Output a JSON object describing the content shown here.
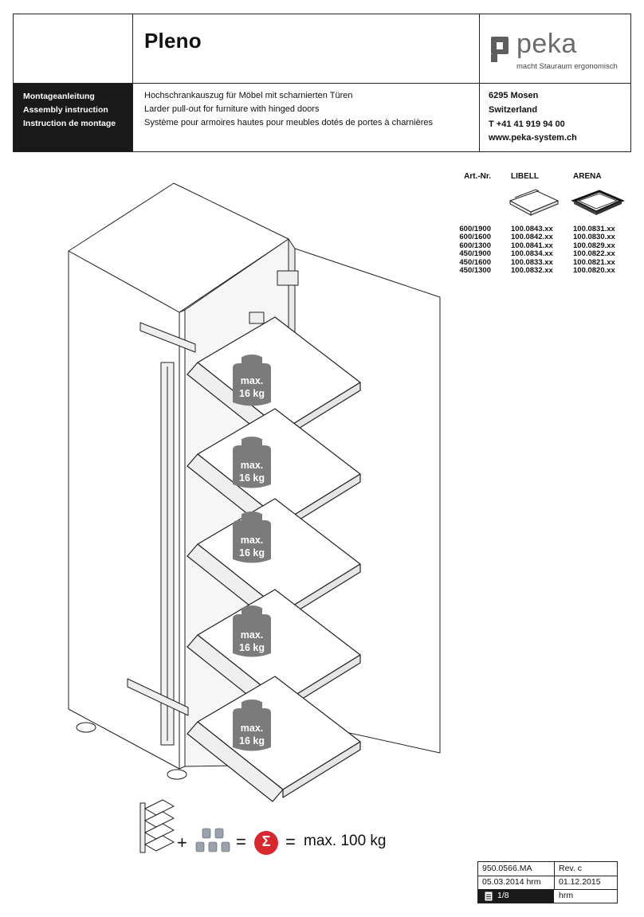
{
  "header": {
    "product": "Pleno",
    "brand": "peka",
    "tagline": "macht Stauraum ergonomisch",
    "doc_types": [
      "Montageanleitung",
      "Assembly instruction",
      "Instruction de montage"
    ],
    "descriptions": [
      "Hochschrankauszug für Möbel mit scharnierten Türen",
      "Larder pull-out for furniture with hinged doors",
      "Système pour armoires hautes pour meubles dotés de portes à charnières"
    ],
    "address": [
      "6295 Mosen",
      "Switzerland",
      "T +41 41 919 94 00",
      "www.peka-system.ch"
    ]
  },
  "articles": {
    "header": [
      "Art.-Nr.",
      "LIBELL",
      "ARENA"
    ],
    "rows": [
      [
        "600/1900",
        "100.0843.xx",
        "100.0831.xx"
      ],
      [
        "600/1600",
        "100.0842.xx",
        "100.0830.xx"
      ],
      [
        "600/1300",
        "100.0841.xx",
        "100.0829.xx"
      ],
      [
        "450/1900",
        "100.0834.xx",
        "100.0822.xx"
      ],
      [
        "450/1600",
        "100.0833.xx",
        "100.0821.xx"
      ],
      [
        "450/1300",
        "100.0832.xx",
        "100.0820.xx"
      ]
    ]
  },
  "weights": {
    "line1": "max.",
    "line2": "16 kg",
    "count": 5
  },
  "summary": {
    "plus": "+",
    "equals": "=",
    "sigma": "Σ",
    "equals2": "=",
    "total": "max. 100 kg"
  },
  "footer": {
    "doc_no": "950.0566.MA",
    "rev": "Rev. c",
    "date_created": "05.03.2014 hrm",
    "date_revised": "01.12.2015 hrm",
    "page": "1/8"
  },
  "colors": {
    "weight_fill": "#7b7b7b",
    "sigma_red": "#d9272e",
    "black_box": "#1a1a1a",
    "logo_gray": "#6b6b6b"
  }
}
